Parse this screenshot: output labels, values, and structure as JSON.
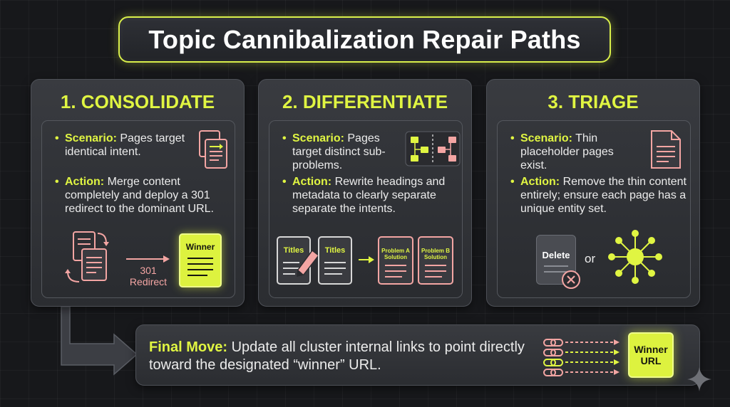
{
  "title": "Topic Cannibalization Repair Paths",
  "cards": [
    {
      "title": "1. CONSOLIDATE",
      "scenario_label": "Scenario:",
      "scenario_text": "Pages target identical intent.",
      "action_label": "Action:",
      "action_text": "Merge content completely and deploy a 301 redirect to the dominant URL.",
      "redirect_line1": "301",
      "redirect_line2": "Redirect",
      "winner_label": "Winner"
    },
    {
      "title": "2. DIFFERENTIATE",
      "scenario_label": "Scenario:",
      "scenario_text": "Pages target distinct sub-problems.",
      "action_label": "Action:",
      "action_text": "Rewrite headings and metadata to clearly separate separate the intents.",
      "doc1_label": "Titles",
      "doc2_label": "Titles",
      "sol_a_line1": "Problem A",
      "sol_a_line2": "Solution",
      "sol_b_line1": "Problem B",
      "sol_b_line2": "Solution"
    },
    {
      "title": "3. TRIAGE",
      "scenario_label": "Scenario:",
      "scenario_text": "Thin placeholder pages exist.",
      "action_label": "Action:",
      "action_text": "Remove the thin content entirely; ensure each page has a unique entity set.",
      "delete_label": "Delete",
      "or_label": "or"
    }
  ],
  "final": {
    "label": "Final Move:",
    "text": "Update all cluster internal links to point directly toward the designated “winner” URL.",
    "winner_line1": "Winner",
    "winner_line2": "URL"
  },
  "colors": {
    "accent": "#e0f542",
    "pink": "#f3a5a3",
    "background": "#17181b",
    "card": "#34363b"
  },
  "icons": [
    "document-stack-icon",
    "tree-split-icon",
    "document-icon",
    "pencil-icon",
    "arrow-icon",
    "delete-x-icon",
    "entity-network-icon",
    "link-chain-icon",
    "sparkle-icon"
  ]
}
